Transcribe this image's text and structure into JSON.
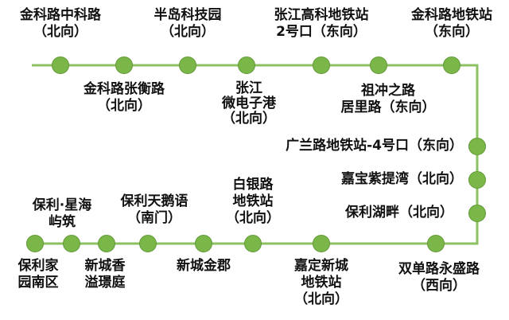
{
  "route": {
    "line_color": "#8cc063",
    "stop_color": "#7ab648"
  },
  "stops": [
    {
      "id": "jinkelu-zhongke",
      "lines": [
        "金科路中科路",
        "（北向）"
      ]
    },
    {
      "id": "jinkelu-zhangheng",
      "lines": [
        "金科路张衡路",
        "（北向）"
      ]
    },
    {
      "id": "bandao-keji-yuan",
      "lines": [
        "半岛科技园",
        "（北向）"
      ]
    },
    {
      "id": "zhangjiang-weidianzi-gang",
      "lines": [
        "张江",
        "微电子港",
        "（北向）"
      ]
    },
    {
      "id": "zhangjiang-gaoke-metro",
      "lines": [
        "张江高科地铁站",
        "2号口（东向）"
      ]
    },
    {
      "id": "zuchongzhilu-julilu",
      "lines": [
        "祖冲之路",
        "居里路（东向）"
      ]
    },
    {
      "id": "jinkelu-metro",
      "lines": [
        "金科路地铁站",
        "（东向）"
      ]
    },
    {
      "id": "guanglanlu-metro",
      "lines": [
        "广兰路地铁站-4号口（东向）"
      ]
    },
    {
      "id": "jiabao-zitiwan",
      "lines": [
        "嘉宝紫提湾（北向）"
      ]
    },
    {
      "id": "baoli-hupan",
      "lines": [
        "保利湖畔（北向）"
      ]
    },
    {
      "id": "shuangdanlu-yongshenglu",
      "lines": [
        "双单路永盛路",
        "（西向）"
      ]
    },
    {
      "id": "jiading-xincheng-metro",
      "lines": [
        "嘉定新城",
        "地铁站",
        "（北向）"
      ]
    },
    {
      "id": "baiyinlu-metro",
      "lines": [
        "白银路",
        "地铁站",
        "（北向）"
      ]
    },
    {
      "id": "xincheng-jinjun",
      "lines": [
        "新城金郡"
      ]
    },
    {
      "id": "baoli-tianeyu",
      "lines": [
        "保利天鹅语",
        "（南门）"
      ]
    },
    {
      "id": "xincheng-xiangyi-jingting",
      "lines": [
        "新城香",
        "溢璟庭"
      ]
    },
    {
      "id": "baoli-xinghai-yuzhu",
      "lines": [
        "保利·星海",
        "屿筑"
      ]
    },
    {
      "id": "baoli-jiayuan-nanqu",
      "lines": [
        "保利家",
        "园南区"
      ]
    }
  ]
}
